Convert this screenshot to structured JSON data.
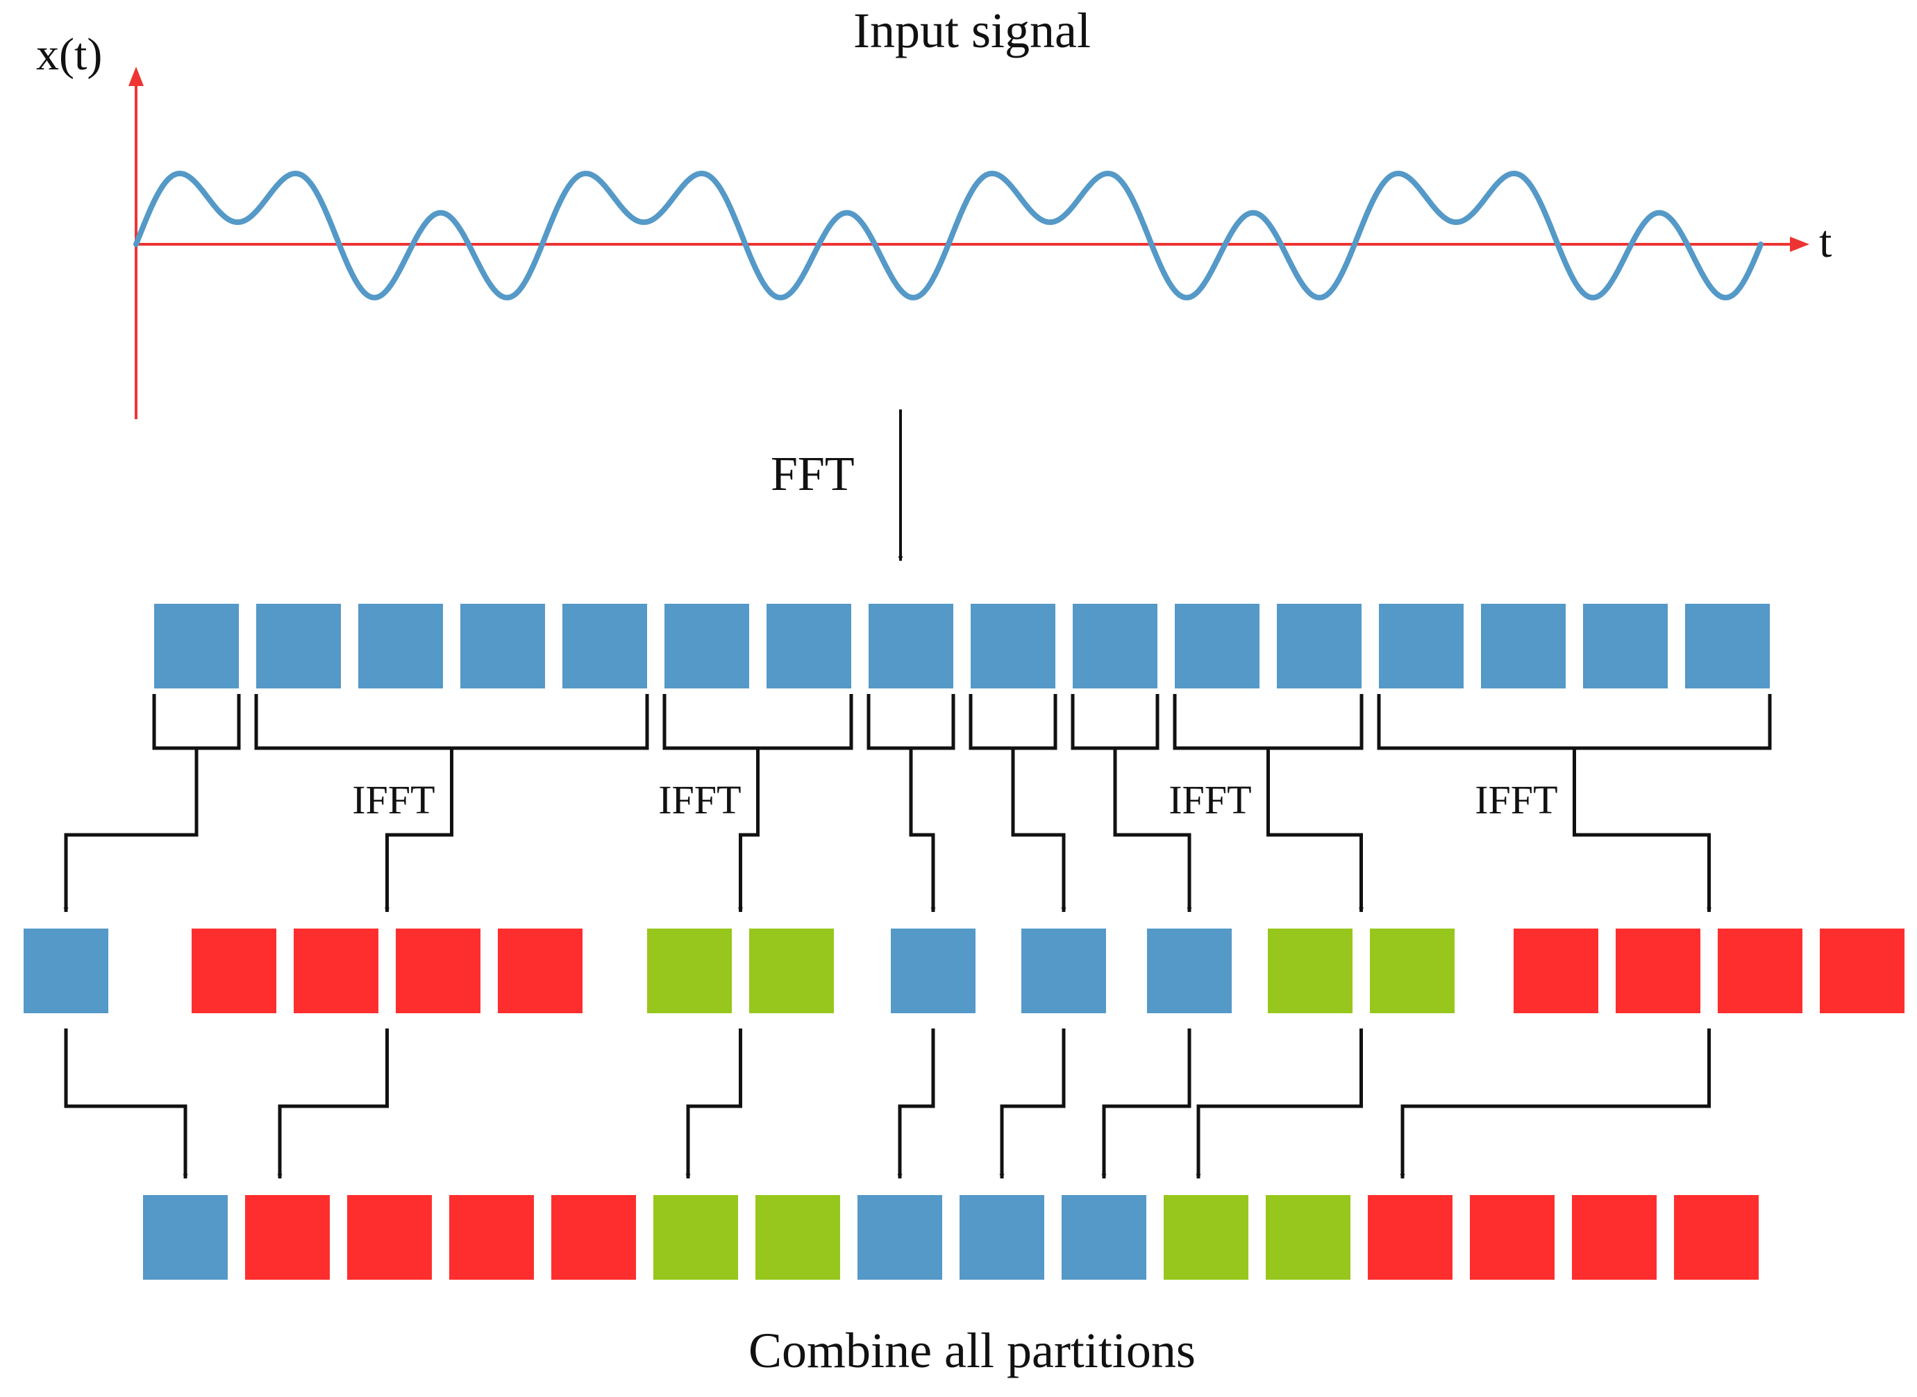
{
  "labels": {
    "title": "Input signal",
    "y_axis": "x(t)",
    "x_axis": "t",
    "fft": "FFT",
    "ifft": "IFFT",
    "combine": "Combine all partitions"
  },
  "colors": {
    "signal": "#5499c7",
    "axis": "#ee3333",
    "blue": "#5499c7",
    "red": "#ff2e2e",
    "green": "#97c71c",
    "connector": "#111111"
  },
  "signal": {
    "periods": 4
  },
  "spectrum_bins": 16,
  "partitions": [
    {
      "bins": 1,
      "color": "blue",
      "ifft_label": false
    },
    {
      "bins": 4,
      "color": "red",
      "ifft_label": true
    },
    {
      "bins": 2,
      "color": "green",
      "ifft_label": true
    },
    {
      "bins": 1,
      "color": "blue",
      "ifft_label": false
    },
    {
      "bins": 1,
      "color": "blue",
      "ifft_label": false
    },
    {
      "bins": 1,
      "color": "blue",
      "ifft_label": false
    },
    {
      "bins": 2,
      "color": "green",
      "ifft_label": true
    },
    {
      "bins": 4,
      "color": "red",
      "ifft_label": true
    }
  ]
}
